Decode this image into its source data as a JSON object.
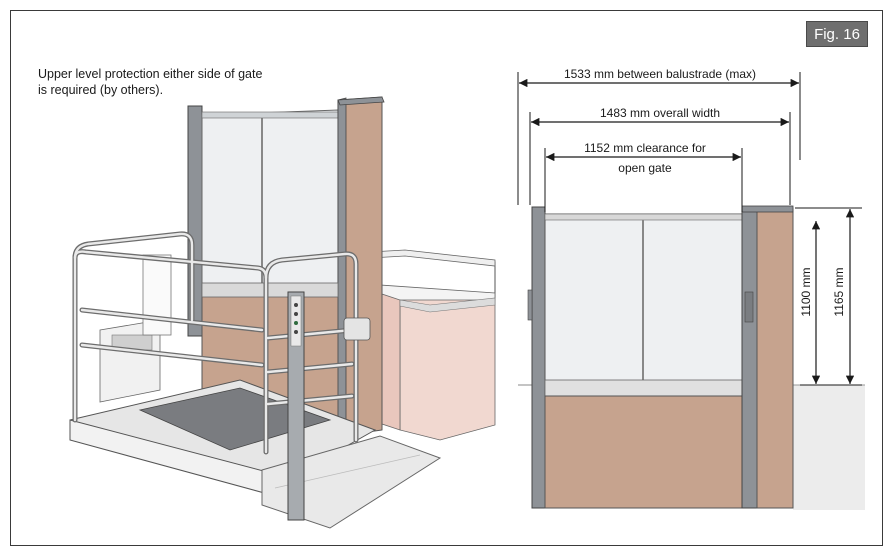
{
  "figure": {
    "label": "Fig. 16"
  },
  "note": {
    "line1": "Upper level protection either side of gate",
    "line2": "is required (by others)."
  },
  "dimensions": {
    "balustrade": "1533 mm between balustrade (max)",
    "overall_width": "1483 mm overall width",
    "clearance_line1": "1152 mm clearance for",
    "clearance_line2": "open gate",
    "height_gate": "1100 mm",
    "height_overall": "1165 mm"
  },
  "colors": {
    "panel_tan": "#c6a38e",
    "wall_pink": "#f1d8d0",
    "glass": "#eef0f2",
    "frame_grey": "#8e9297",
    "badge_grey": "#6f6f6f"
  }
}
